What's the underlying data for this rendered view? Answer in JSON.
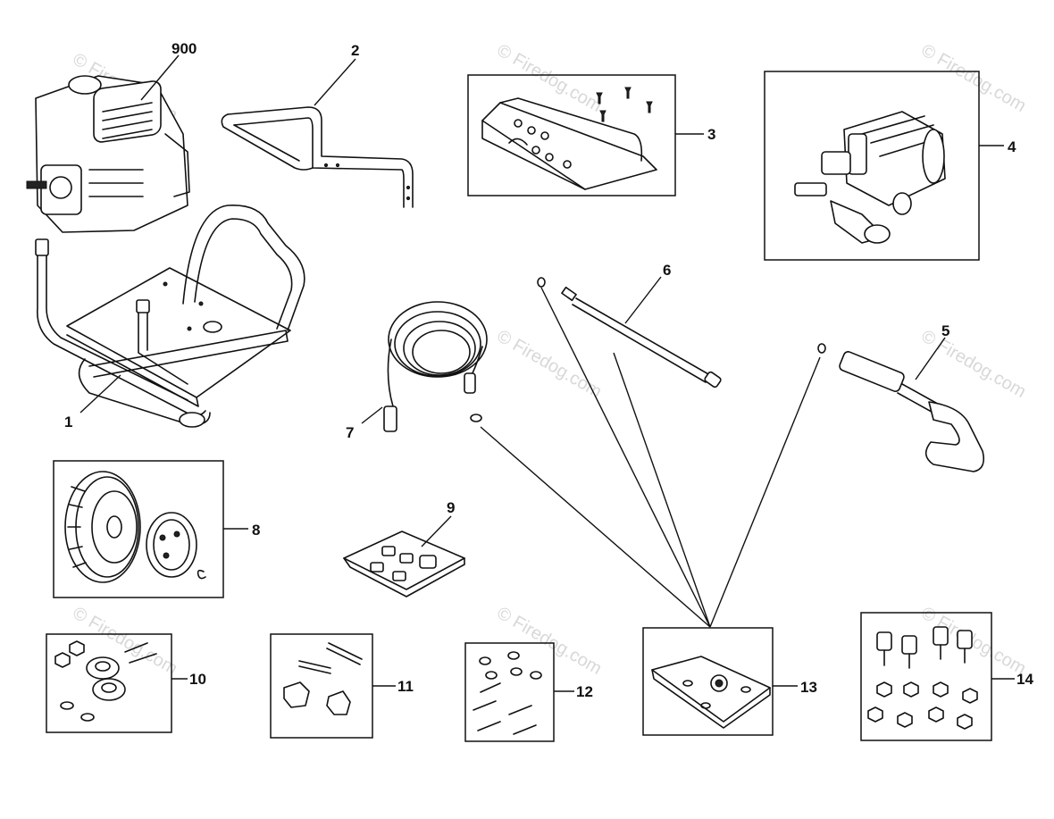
{
  "watermark": "© Firedog.com",
  "callouts": {
    "p900": "900",
    "p1": "1",
    "p2": "2",
    "p3": "3",
    "p4": "4",
    "p5": "5",
    "p6": "6",
    "p7": "7",
    "p8": "8",
    "p9": "9",
    "p10": "10",
    "p11": "11",
    "p12": "12",
    "p13": "13",
    "p14": "14"
  }
}
